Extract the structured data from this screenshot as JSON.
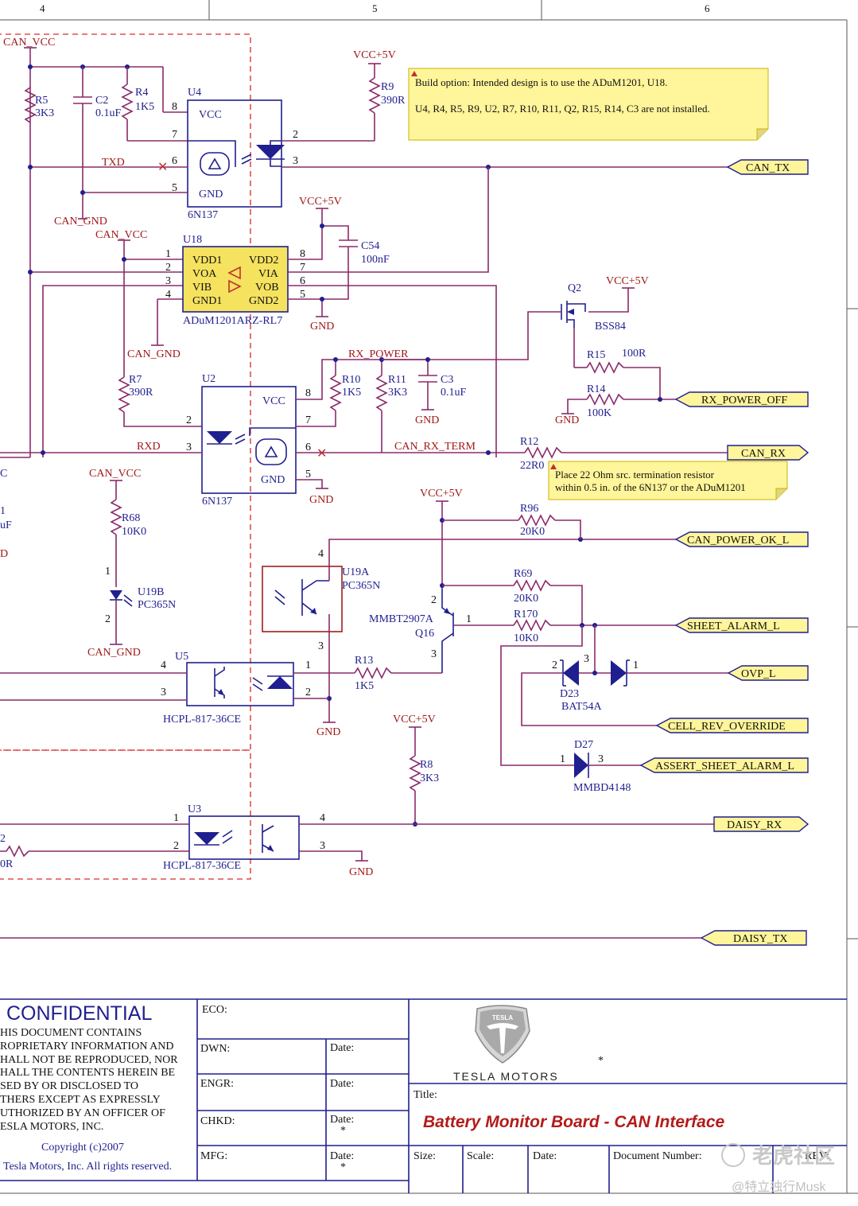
{
  "grid": {
    "col4": "4",
    "col5": "5",
    "col6": "6"
  },
  "nets": {
    "can_vcc_1": "CAN_VCC",
    "can_vcc_2": "CAN_VCC",
    "can_vcc_3": "CAN_VCC",
    "can_gnd_1": "CAN_GND",
    "can_gnd_2": "CAN_GND",
    "can_gnd_3": "CAN_GND",
    "vcc5v_1": "VCC+5V",
    "vcc5v_2": "VCC+5V",
    "vcc5v_3": "VCC+5V",
    "vcc5v_4": "VCC+5V",
    "vcc5v_5": "VCC+5V",
    "gnd": "GND",
    "txd": "TXD",
    "rxd": "RXD",
    "rx_power": "RX_POWER",
    "can_rx_term": "CAN_RX_TERM"
  },
  "ports": {
    "can_tx": "CAN_TX",
    "rx_power_off": "RX_POWER_OFF",
    "can_rx": "CAN_RX",
    "can_power_ok_l": "CAN_POWER_OK_L",
    "sheet_alarm_l": "SHEET_ALARM_L",
    "ovp_l": "OVP_L",
    "cell_rev_override": "CELL_REV_OVERRIDE",
    "assert_sheet_alarm_l": "ASSERT_SHEET_ALARM_L",
    "daisy_rx": "DAISY_RX",
    "daisy_tx": "DAISY_TX"
  },
  "notes": {
    "build_line1": "Build option: Intended design is to use the ADuM1201, U18.",
    "build_line2": "U4, R4, R5, R9, U2, R7, R10, R11, Q2, R15, R14, C3 are not installed.",
    "term_line1": "Place 22 Ohm src. termination resistor",
    "term_line2": "within 0.5 in. of the 6N137 or the ADuM1201"
  },
  "parts": {
    "r5": "R5",
    "r5v": "3K3",
    "c2": "C2",
    "c2v": "0.1uF",
    "r4": "R4",
    "r4v": "1K5",
    "r9": "R9",
    "r9v": "390R",
    "u4": "U4",
    "u4p": "6N137",
    "u18": "U18",
    "u18p": "ADuM1201ARZ-RL7",
    "c54": "C54",
    "c54v": "100nF",
    "q2": "Q2",
    "q2p": "BSS84",
    "r15": "R15",
    "r15v": "100R",
    "r14": "R14",
    "r14v": "100K",
    "r7": "R7",
    "r7v": "390R",
    "u2": "U2",
    "u2p": "6N137",
    "r10": "R10",
    "r10v": "1K5",
    "r11": "R11",
    "r11v": "3K3",
    "c3": "C3",
    "c3v": "0.1uF",
    "r12": "R12",
    "r12v": "22R0",
    "r68": "R68",
    "r68v": "10K0",
    "u19b": "U19B",
    "u19bp": "PC365N",
    "u19a": "U19A",
    "u19ap": "PC365N",
    "r96": "R96",
    "r96v": "20K0",
    "r69": "R69",
    "r69v": "20K0",
    "r170": "R170",
    "r170v": "10K0",
    "q16": "Q16",
    "q16p": "MMBT2907A",
    "u5": "U5",
    "u5p": "HCPL-817-36CE",
    "r13": "R13",
    "r13v": "1K5",
    "d23": "D23",
    "d23p": "BAT54A",
    "d27": "D27",
    "d27p": "MMBD4148",
    "r8": "R8",
    "r8v": "3K3",
    "u3": "U3",
    "u3p": "HCPL-817-36CE"
  },
  "pins": {
    "vcc": "VCC",
    "gnd": "GND",
    "vdd1": "VDD1",
    "voa": "VOA",
    "vib": "VIB",
    "gnd1": "GND1",
    "vdd2": "VDD2",
    "via": "VIA",
    "vob": "VOB",
    "gnd2": "GND2"
  },
  "edge": {
    "c_frag": "C",
    "uf_frag": "uF",
    "d_frag": "D",
    "r_frag": "0R",
    "two_frag": "2",
    "one_frag": "1"
  },
  "titleblock": {
    "confidential": "CONFIDENTIAL",
    "legal": [
      "HIS DOCUMENT CONTAINS",
      "ROPRIETARY INFORMATION AND",
      "HALL NOT BE REPRODUCED, NOR",
      "HALL THE CONTENTS HEREIN BE",
      "SED BY OR DISCLOSED TO",
      "THERS EXCEPT AS EXPRESSLY",
      "UTHORIZED BY AN OFFICER OF",
      "ESLA MOTORS, INC."
    ],
    "copyright": "Copyright (c)2007",
    "rights": "Tesla Motors, Inc. All rights reserved.",
    "eco": "ECO:",
    "dwn": "DWN:",
    "engr": "ENGR:",
    "chkd": "CHKD:",
    "mfg": "MFG:",
    "date": "Date:",
    "star": "*",
    "logo_text": "TESLA MOTORS",
    "logo_badge": "TESLA",
    "title_label": "Title:",
    "title": "Battery Monitor Board - CAN Interface",
    "size": "Size:",
    "scale": "Scale:",
    "date2": "Date:",
    "docnum": "Document Number:",
    "rev": "REV:"
  },
  "watermark": {
    "main": "老虎社区",
    "sub": "@特立独行Musk"
  },
  "colors": {
    "wire": "#8b2a6b",
    "component": "#1f1f8f",
    "port_fill": "#fff59a",
    "accent_red": "#c03030",
    "title_red": "#b31b1b"
  }
}
